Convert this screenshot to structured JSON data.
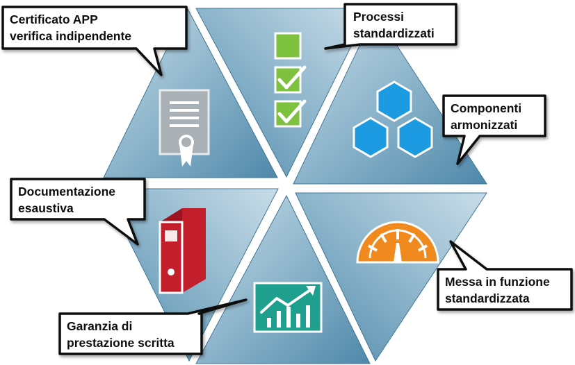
{
  "colors": {
    "segment_light": "#b9d3e2",
    "segment_dark": "#4f88aa",
    "background": "#ffffff",
    "callout_fill": "#ffffff",
    "callout_stroke": "#111111",
    "checkbox_green": "#7dc13f",
    "hexagon_blue": "#1c9be2",
    "gauge_orange": "#f18a1e",
    "binder_red": "#c31e2b",
    "chart_teal": "#1f9f8e",
    "certificate_gray": "#a9b0b6"
  },
  "callouts": [
    {
      "id": "certificate",
      "lines": [
        "Certificato APP",
        "verifica indipendente"
      ]
    },
    {
      "id": "processes",
      "lines": [
        "Processi",
        "standardizzati"
      ]
    },
    {
      "id": "components",
      "lines": [
        "Componenti",
        "armonizzati"
      ]
    },
    {
      "id": "documentation",
      "lines": [
        "Documentazione",
        "esaustiva"
      ]
    },
    {
      "id": "commissioning",
      "lines": [
        "Messa in funzione",
        "standardizzata"
      ]
    },
    {
      "id": "guarantee",
      "lines": [
        "Garanzia di",
        "prestazione scritta"
      ]
    }
  ],
  "segments": [
    {
      "id": "certificate",
      "icon": "certificate-icon"
    },
    {
      "id": "processes",
      "icon": "checklist-icon"
    },
    {
      "id": "components",
      "icon": "hexagons-icon"
    },
    {
      "id": "commissioning",
      "icon": "gauge-icon"
    },
    {
      "id": "guarantee",
      "icon": "chart-icon"
    },
    {
      "id": "documentation",
      "icon": "binder-icon"
    }
  ]
}
